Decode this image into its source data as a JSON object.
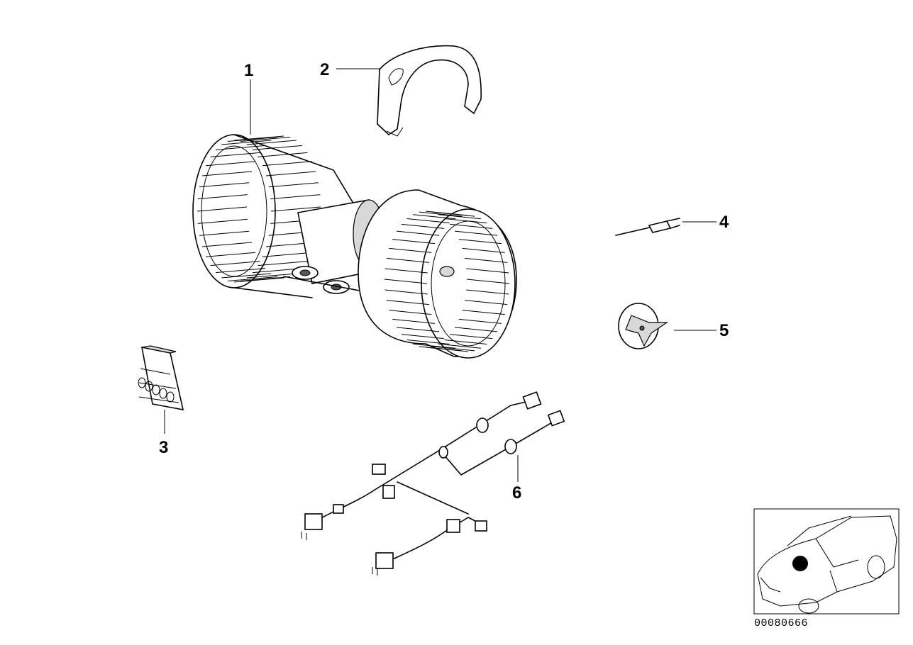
{
  "callouts": [
    {
      "id": "1",
      "label": "1"
    },
    {
      "id": "2",
      "label": "2"
    },
    {
      "id": "3",
      "label": "3"
    },
    {
      "id": "4",
      "label": "4"
    },
    {
      "id": "5",
      "label": "5"
    },
    {
      "id": "6",
      "label": "6"
    }
  ],
  "reference_number": "00080666"
}
